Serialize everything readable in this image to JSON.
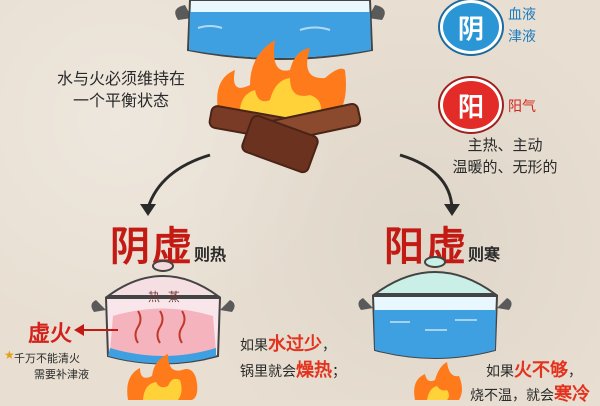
{
  "intro": {
    "line1": "水与火必须维持在",
    "line2": "一个平衡状态"
  },
  "yin": {
    "badge": "阴",
    "items": [
      "血液",
      "津液"
    ]
  },
  "yang": {
    "badge": "阳",
    "label": "阳气",
    "desc_line1": "主热、主动",
    "desc_line2": "温暖的、无形的"
  },
  "yin_deficiency": {
    "title": "阴虚",
    "suffix": "则热",
    "steam_label": "热 蒸",
    "false_fire": "虚火",
    "warning_line1": "千万不能清火",
    "warning_line2": "需要补津液",
    "desc_prefix1": "如果",
    "desc_highlight1": "水过少",
    "desc_suffix1": "，",
    "desc_prefix2": "锅里就会",
    "desc_highlight2": "燥热",
    "desc_suffix2": "；"
  },
  "yang_deficiency": {
    "title": "阳虚",
    "suffix": "则寒",
    "desc_prefix1": "如果",
    "desc_highlight1": "火不够",
    "desc_suffix1": "，",
    "desc_prefix2": "烧不温，就会",
    "desc_highlight2": "寒冷"
  },
  "colors": {
    "water": "#3ea0e0",
    "fire": "#ff7a1a",
    "accent_red": "#e32c28",
    "accent_blue": "#2a96d6"
  }
}
